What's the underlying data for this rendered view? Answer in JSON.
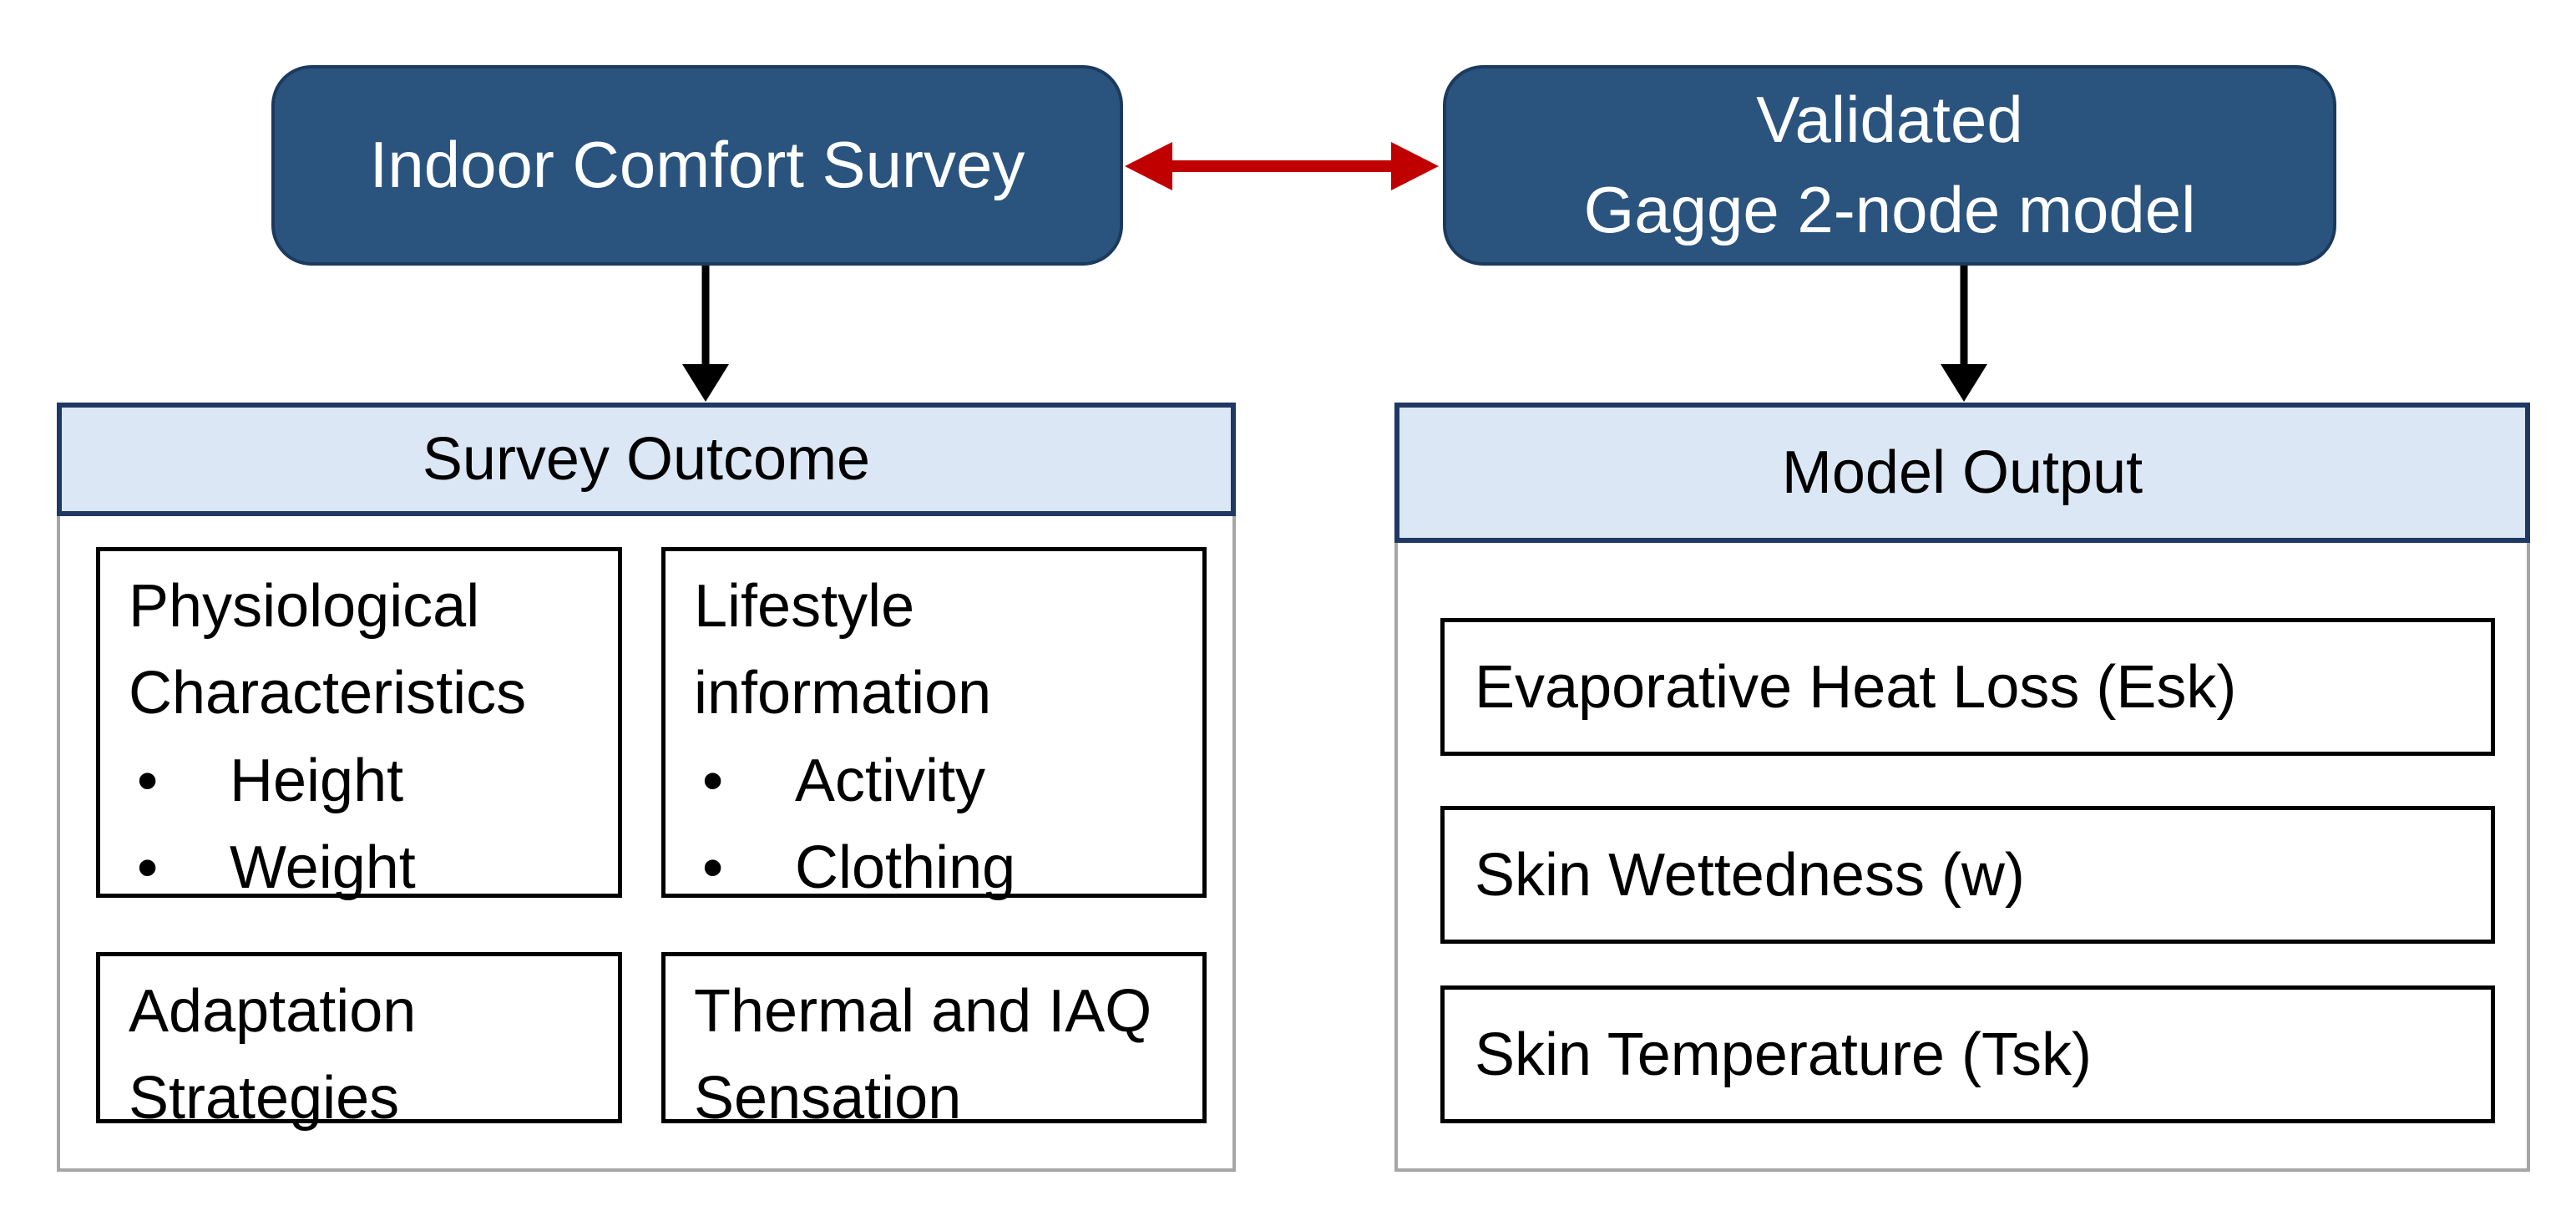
{
  "nodes": {
    "survey": {
      "label": "Indoor Comfort Survey"
    },
    "model": {
      "line1": "Validated",
      "line2": "Gagge 2-node model"
    }
  },
  "left_panel": {
    "header": "Survey Outcome",
    "boxes": [
      {
        "title": "Physiological Characteristics",
        "bullets": [
          "Height",
          "Weight"
        ]
      },
      {
        "title": "Lifestyle information",
        "bullets": [
          "Activity",
          "Clothing"
        ]
      },
      {
        "title": "Adaptation Strategies",
        "bullets": []
      },
      {
        "title": "Thermal and IAQ Sensation",
        "bullets": []
      }
    ]
  },
  "right_panel": {
    "header": "Model Output",
    "boxes": [
      {
        "label": "Evaporative Heat Loss (Esk)"
      },
      {
        "label": "Skin Wettedness (w)"
      },
      {
        "label": "Skin Temperature (Tsk)"
      }
    ]
  },
  "connectors": {
    "bidirectional_arrow": "between Indoor Comfort Survey and Validated Gagge 2-node model",
    "down_arrow_left": "from Indoor Comfort Survey to Survey Outcome",
    "down_arrow_right": "from Validated Gagge 2-node model to Model Output"
  },
  "colors": {
    "node_fill": "#2a547e",
    "node_border": "#1b3a5e",
    "header_fill": "#dce7f5",
    "header_border": "#1f3864",
    "panel_border": "#a6a6a6",
    "inner_box_border": "#000000",
    "arrow_red": "#c00000",
    "arrow_black": "#000000",
    "node_text": "#ffffff",
    "body_text": "#000000"
  }
}
